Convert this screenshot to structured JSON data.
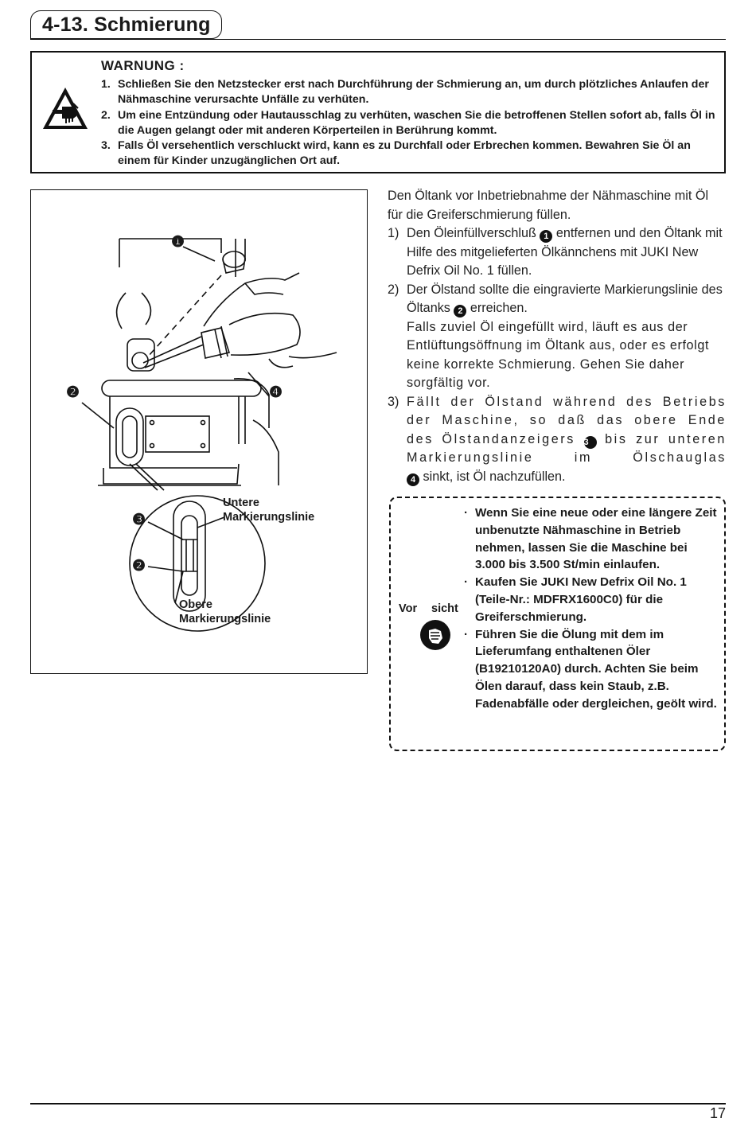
{
  "section": {
    "title": "4-13. Schmierung"
  },
  "warning": {
    "title": "WARNUNG :",
    "items": [
      {
        "num": "1.",
        "text": "Schließen Sie den Netzstecker erst nach Durchführung der Schmierung an, um durch plötzliches Anlaufen der Nähmaschine verursachte Unfälle zu verhüten."
      },
      {
        "num": "2.",
        "text": "Um eine Entzündung oder Hautausschlag zu verhüten, waschen Sie die betroffenen Stellen sofort ab, falls Öl in die Augen gelangt oder mit anderen Körperteilen in Berührung kommt."
      },
      {
        "num": "3.",
        "text": "Falls Öl versehentlich verschluckt wird, kann es zu Durchfall oder Erbrechen kommen. Bewahren Sie Öl an einem für Kinder unzugänglichen Ort auf."
      }
    ]
  },
  "figure": {
    "callouts": {
      "c1": "❶",
      "c2": "❷",
      "c3": "❸",
      "c4": "❹",
      "c2b": "❷"
    },
    "label_untere": "Untere Markierungslinie",
    "label_obere": "Obere Markierungslinie"
  },
  "body": {
    "intro": "Den Öltank vor Inbetriebnahme der Nähmaschine mit Öl für die Greiferschmierung füllen.",
    "steps": [
      {
        "num": "1)",
        "parts": [
          "Den Öleinfüllverschluß ",
          " entfernen und den Öltank mit Hilfe des mitgelieferten Ölkännchens mit JUKI New Defrix Oil No. 1 füllen."
        ],
        "marker": "1"
      },
      {
        "num": "2)",
        "parts": [
          "Der Ölstand sollte die eingravierte Markierungslinie des Öltanks ",
          " erreichen."
        ],
        "marker": "2",
        "extra": "Falls zuviel Öl eingefüllt wird, läuft es aus der Entlüftungsöffnung im Öltank aus, oder es erfolgt keine korrekte Schmierung. Gehen Sie daher sorgfältig vor."
      },
      {
        "num": "3)",
        "text_a": "Fällt der Ölstand während des Betriebs der Maschine, so daß das obere Ende des Ölstandanzeigers",
        "marker_a": "3",
        "text_b": "bis zur unteren Markierungslinie im Ölschauglas",
        "marker_b": "4",
        "text_c": "sinkt, ist Öl nachzufüllen."
      }
    ]
  },
  "caution": {
    "label_left": "Vor",
    "label_right": "sicht",
    "items": [
      "Wenn Sie eine neue oder eine längere Zeit unbenutzte Nähmaschine in Betrieb nehmen, lassen Sie die Maschine bei 3.000 bis 3.500 St/min einlaufen.",
      "Kaufen Sie JUKI New Defrix Oil No. 1 (Teile-Nr.: MDFRX1600C0) für die Greiferschmierung.",
      "Führen Sie die Ölung mit dem im Lieferumfang enthaltenen Öler (B19210120A0) durch. Achten Sie beim Ölen darauf, dass kein Staub, z.B. Fadenabfälle oder dergleichen, geölt wird."
    ]
  },
  "footer": {
    "page_number": "17"
  }
}
